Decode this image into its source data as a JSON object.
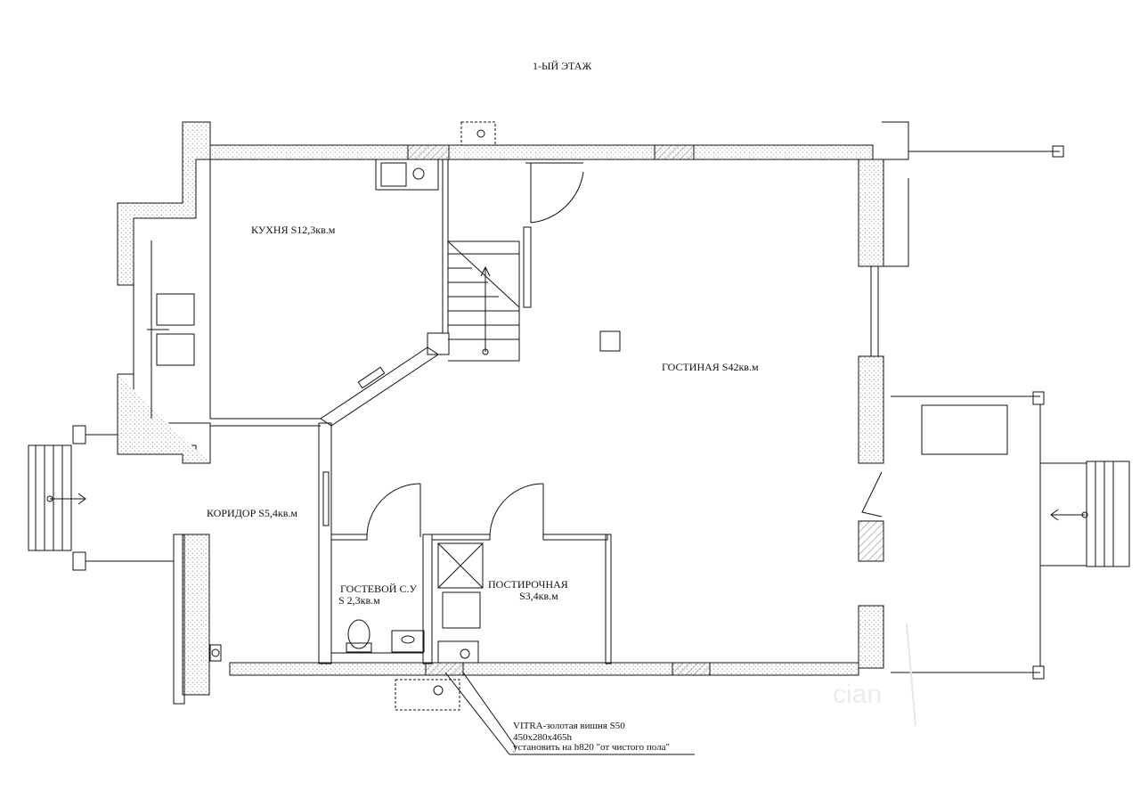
{
  "title": "1-ЫЙ ЭТАЖ",
  "rooms": {
    "kitchen": "КУХНЯ S12,3кв.м",
    "living": "ГОСТИНАЯ S42кв.м",
    "corridor": "КОРИДОР S5,4кв.м",
    "guest_wc_name": "ГОСТЕВОЙ  С.У",
    "guest_wc_area": "S 2,3кв.м",
    "laundry_name": "ПОСТИРОЧНАЯ",
    "laundry_area": "S3,4кв.м"
  },
  "note": {
    "line1": "VITRA-золотая вишня S50",
    "line2": "450x280x465h",
    "line3": "установить на h820 \"от чистого пола\""
  },
  "watermark": "cian"
}
